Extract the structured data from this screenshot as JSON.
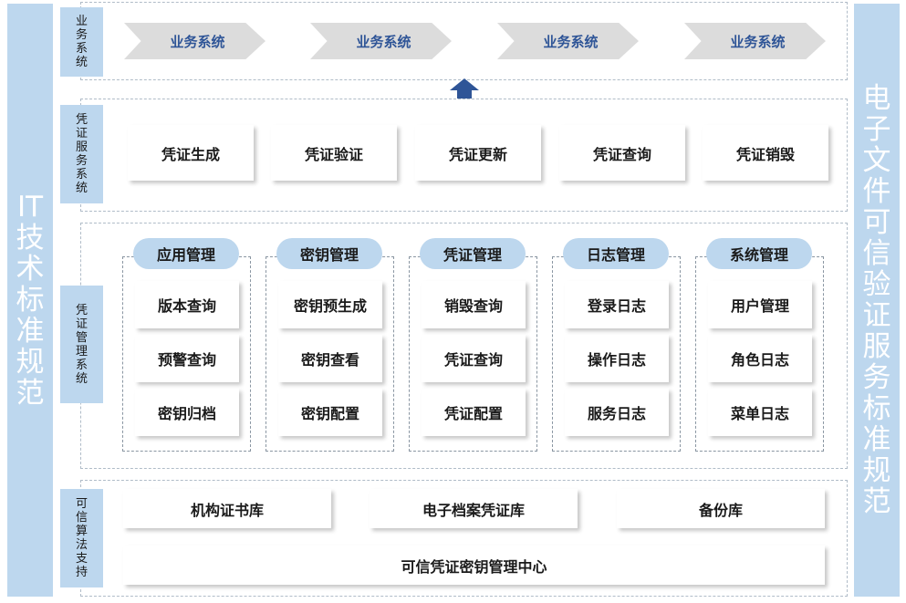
{
  "left_bar": {
    "text": "IT技术标准规范"
  },
  "right_bar": {
    "text": "电子文件可信验证服务标准规范"
  },
  "business": {
    "label": "业务系统",
    "items": [
      "业务系统",
      "业务系统",
      "业务系统",
      "业务系统"
    ]
  },
  "voucher_service": {
    "label": "凭证服务系统",
    "items": [
      "凭证生成",
      "凭证验证",
      "凭证更新",
      "凭证查询",
      "凭证销毁"
    ]
  },
  "voucher_management": {
    "label": "凭证管理系统",
    "groups": [
      {
        "title": "应用管理",
        "items": [
          "版本查询",
          "预警查询",
          "密钥归档"
        ]
      },
      {
        "title": "密钥管理",
        "items": [
          "密钥预生成",
          "密钥查看",
          "密钥配置"
        ]
      },
      {
        "title": "凭证管理",
        "items": [
          "销毁查询",
          "凭证查询",
          "凭证配置"
        ]
      },
      {
        "title": "日志管理",
        "items": [
          "登录日志",
          "操作日志",
          "服务日志"
        ]
      },
      {
        "title": "系统管理",
        "items": [
          "用户管理",
          "角色日志",
          "菜单日志"
        ]
      }
    ]
  },
  "trusted_algorithm": {
    "label": "可信算法支持",
    "libraries": [
      "机构证书库",
      "电子档案凭证库",
      "备份库"
    ],
    "center": "可信凭证密钥管理中心"
  },
  "colors": {
    "side_bar": "#bdd7ee",
    "arrow": "#2f5597",
    "chevron_fill": "#dcdcdc",
    "chevron_text": "#2f5597"
  }
}
